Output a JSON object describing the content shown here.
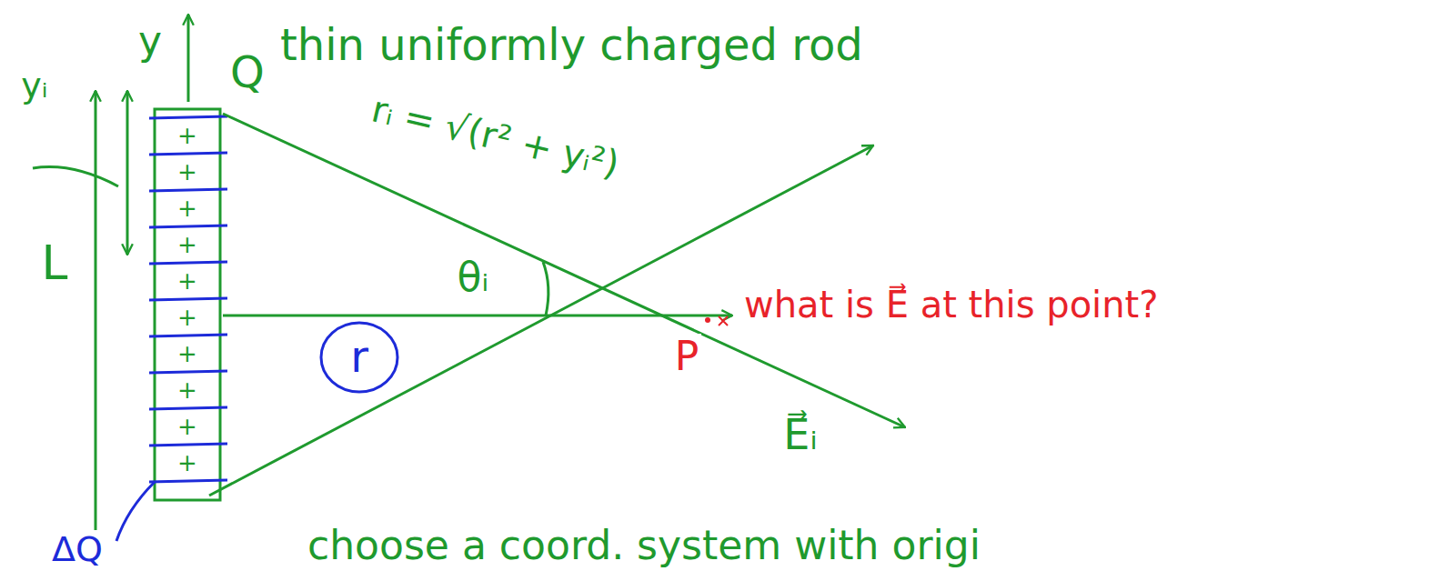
{
  "diagram": {
    "labels": [
      "y",
      "Q",
      "thin uniformly charged rod",
      "yᵢ",
      "L",
      "rᵢ = √(r² + yᵢ²)",
      "θᵢ",
      "r",
      "P",
      "what is E⃗ at this point?",
      "E⃗ᵢ",
      "ΔQ",
      "choose a coord. system with origi",
      "+",
      "+",
      "+",
      "+",
      "+",
      "+",
      "+",
      "+",
      "+",
      "+"
    ]
  }
}
